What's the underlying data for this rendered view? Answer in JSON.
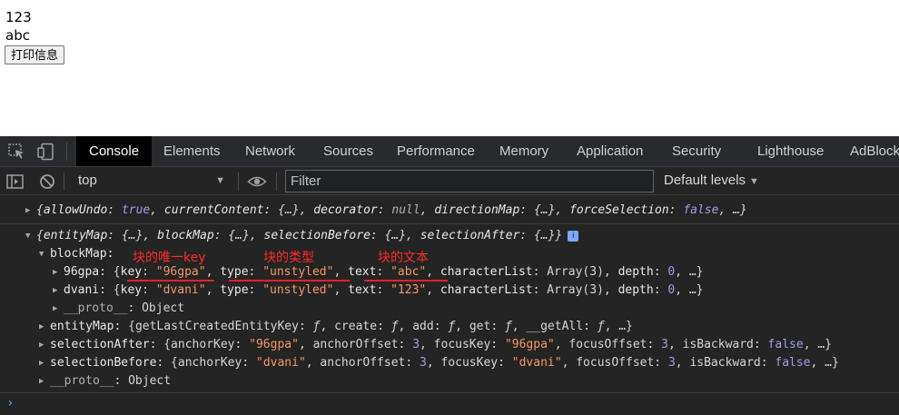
{
  "page": {
    "lines": [
      "123",
      "abc"
    ],
    "button_label": "打印信息"
  },
  "devtools": {
    "tabs": [
      "Console",
      "Elements",
      "Network",
      "Sources",
      "Performance",
      "Memory",
      "Application",
      "Security",
      "Lighthouse",
      "AdBlock"
    ],
    "active_tab": "Console",
    "toolbar": {
      "context": "top",
      "filter_placeholder": "Filter",
      "levels": "Default levels"
    },
    "icons": [
      "inspect-element-icon",
      "device-toolbar-icon",
      "sidebar-toggle-icon",
      "clear-console-icon",
      "dropdown-caret-icon",
      "eye-icon",
      "prompt-chevron-icon"
    ],
    "colors": {
      "panel_bg": "#242424",
      "string": "#f29766",
      "keyword": "#9e9ee8",
      "annotation": "#ff2a2a"
    }
  },
  "console": {
    "line1": {
      "open": "{",
      "k1": "allowUndo",
      "v1": "true",
      "k2": "currentContent",
      "v2": "{…}",
      "k3": "decorator",
      "v3": "null",
      "k4": "directionMap",
      "v4": "{…}",
      "k5": "forceSelection",
      "v5": "false",
      "tail": "…}"
    },
    "line2": {
      "open": "{",
      "k1": "entityMap",
      "v1": "{…}",
      "k2": "blockMap",
      "v2": "{…}",
      "k3": "selectionBefore",
      "v3": "{…}",
      "k4": "selectionAfter",
      "v4": "{…}",
      "close": "}",
      "badge": "i"
    },
    "blockMap_label": "blockMap:",
    "block1": {
      "id": "96gpa",
      "key": "96gpa",
      "type": "unstyled",
      "text": "abc",
      "depth": "0",
      "list": "Array(3)"
    },
    "block2": {
      "id": "dvani",
      "key": "dvani",
      "type": "unstyled",
      "text": "123",
      "depth": "0",
      "list": "Array(3)"
    },
    "proto_label": "__proto__",
    "proto_value": "Object",
    "entityMap_row": {
      "label": "entityMap",
      "k1": "getLastCreatedEntityKey",
      "k2": "create",
      "k3": "add",
      "k4": "get",
      "k5": "__getAll",
      "fn": "ƒ"
    },
    "selectionAfter_row": {
      "label": "selectionAfter",
      "anchorKey": "96gpa",
      "anchorOffset": "3",
      "focusKey": "96gpa",
      "focusOffset": "3",
      "isBackward": "false"
    },
    "selectionBefore_row": {
      "label": "selectionBefore",
      "anchorKey": "dvani",
      "anchorOffset": "3",
      "focusKey": "dvani",
      "focusOffset": "3",
      "isBackward": "false"
    },
    "annotations": {
      "key_note": "块的唯一key",
      "type_note": "块的类型",
      "text_note": "块的文本"
    }
  }
}
